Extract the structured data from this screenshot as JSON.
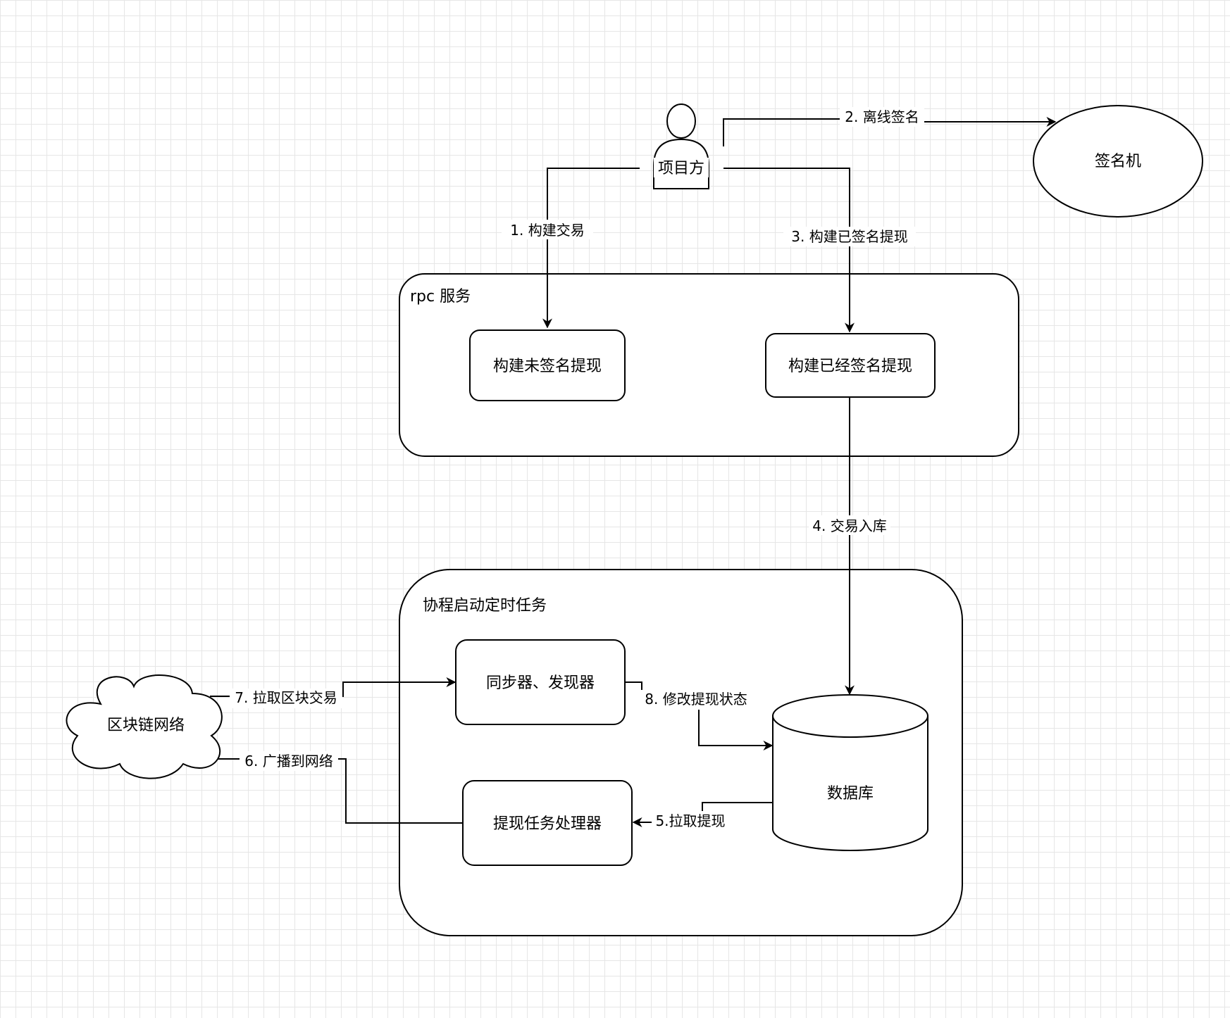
{
  "nodes": {
    "actor": "项目方",
    "signer": "签名机",
    "rpc_group": "rpc 服务",
    "build_unsigned": "构建未签名提现",
    "build_signed": "构建已经签名提现",
    "coroutine_group": "协程启动定时任务",
    "syncer": "同步器、发现器",
    "withdraw_processor": "提现任务处理器",
    "database": "数据库",
    "blockchain": "区块链网络"
  },
  "edges": {
    "e1": "1. 构建交易",
    "e2": "2. 离线签名",
    "e3": "3. 构建已签名提现",
    "e4": "4. 交易入库",
    "e5": "5.拉取提现",
    "e6": "6. 广播到网络",
    "e7": "7. 拉取区块交易",
    "e8": "8. 修改提现状态"
  }
}
